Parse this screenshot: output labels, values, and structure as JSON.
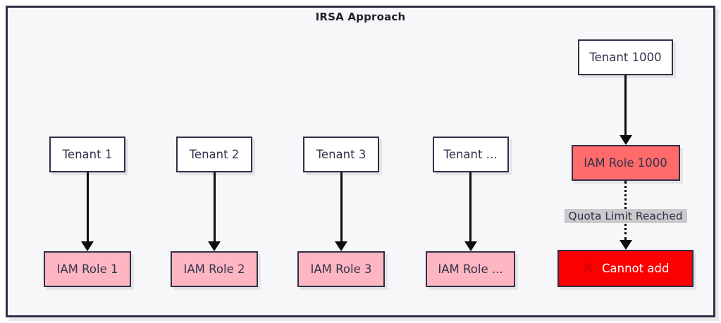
{
  "title": "IRSA Approach",
  "columns": [
    {
      "tenant": "Tenant 1",
      "role": "IAM Role 1"
    },
    {
      "tenant": "Tenant 2",
      "role": "IAM Role 2"
    },
    {
      "tenant": "Tenant 3",
      "role": "IAM Role 3"
    },
    {
      "tenant": "Tenant ...",
      "role": "IAM Role ..."
    }
  ],
  "overflow": {
    "tenant": "Tenant 1000",
    "role": "IAM Role 1000",
    "quota_label": "Quota Limit Reached",
    "cannot_add_label": "Cannot add",
    "cross_icon": "✕"
  },
  "colors": {
    "frame_background": "#f7f7fa",
    "border": "#2e3147",
    "role_pink": "#ffb6c3",
    "role_salmon": "#ff6b6b",
    "cannot_add_red": "#fa0000",
    "quota_label_gray": "#cacaca",
    "arrow_black": "#0d0d0d"
  }
}
